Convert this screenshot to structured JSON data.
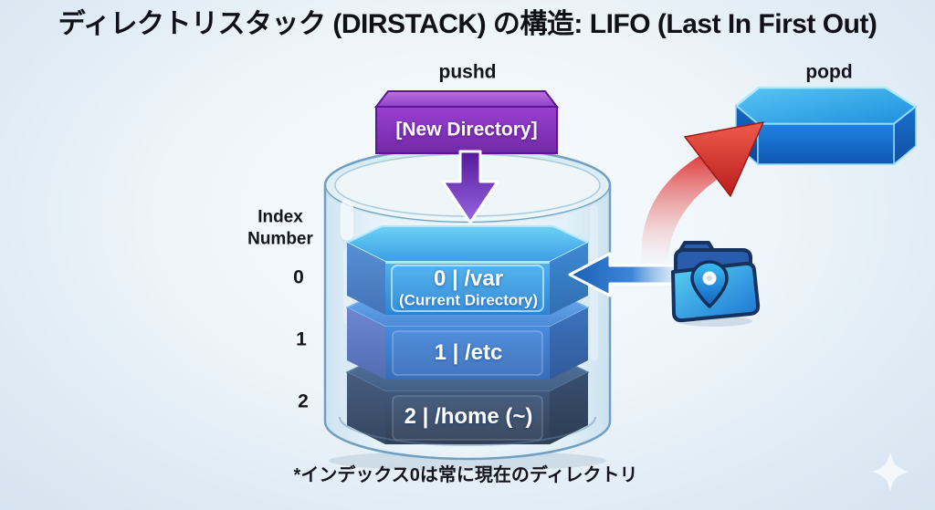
{
  "title": "ディレクトリスタック (DIRSTACK) の構造: LIFO (Last In First Out)",
  "commands": {
    "pushd": "pushd",
    "popd": "popd"
  },
  "new_directory_label": "[New Directory]",
  "index_header": {
    "line1": "Index",
    "line2": "Number"
  },
  "stack": {
    "items": [
      {
        "index": "0",
        "label": "0 | /var",
        "sublabel": "(Current Directory)"
      },
      {
        "index": "1",
        "label": "1 | /etc",
        "sublabel": ""
      },
      {
        "index": "2",
        "label": "2 | /home (~)",
        "sublabel": ""
      }
    ]
  },
  "footnote": "*インデックス0は常に現在のディレクトリ",
  "icons": {
    "pushd_arrow": "down-arrow",
    "popd_arrow": "curved-up-red-arrow",
    "current_dir_arrow": "left-arrow",
    "folder": "folder-with-location-pin",
    "sparkle": "four-point-star"
  },
  "colors": {
    "background_edge": "#d6e3f0",
    "background_center": "#f9fcfe",
    "title_text": "#101018",
    "pushd_box": "#8a33c2",
    "pushd_arrow": "#7c3fd0",
    "stack_block_top": "#2196e8",
    "stack_block_mid": "#2a6fd0",
    "stack_block_bottom": "#1d3557",
    "popd_box": "#1f86e4",
    "red_arrow": "#d93535",
    "glass_cylinder": "#cfe4f0",
    "text_on_blocks": "#ffffff"
  }
}
